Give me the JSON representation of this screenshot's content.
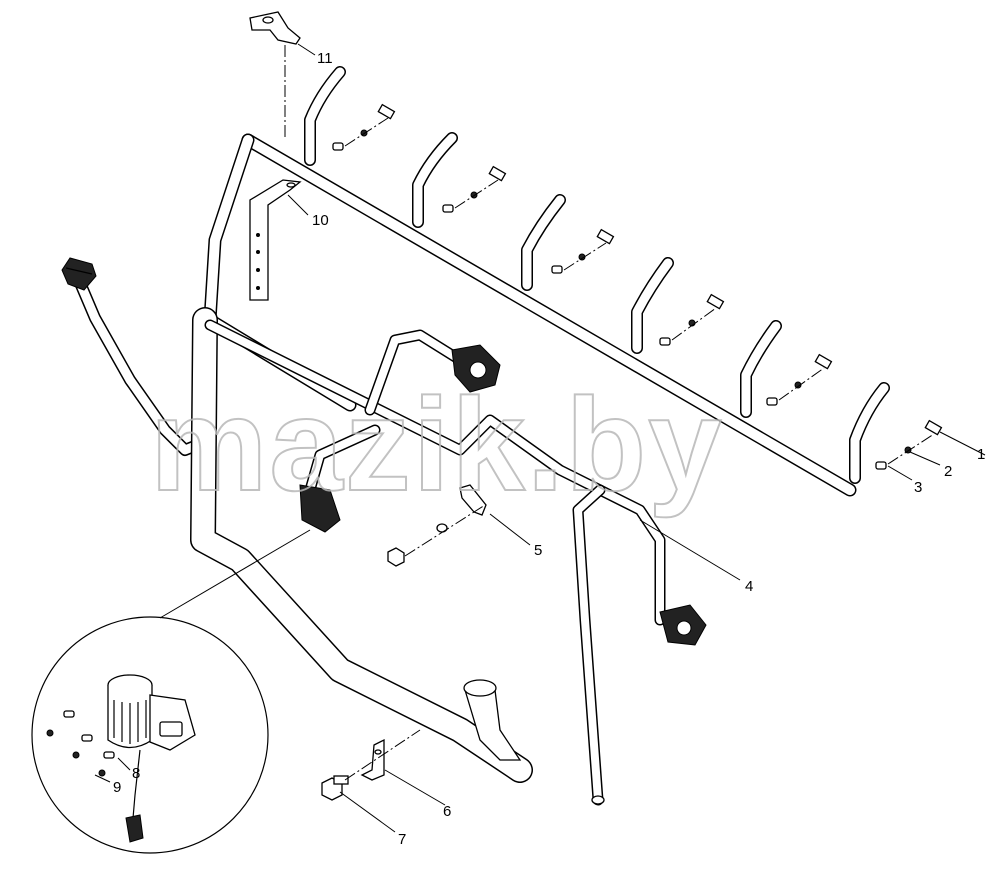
{
  "watermark": "mazik.by",
  "callouts": {
    "c1": "1",
    "c2": "2",
    "c3": "3",
    "c4": "4",
    "c5": "5",
    "c6": "6",
    "c7": "7",
    "c8": "8",
    "c9": "9",
    "c10": "10",
    "c11": "11"
  }
}
